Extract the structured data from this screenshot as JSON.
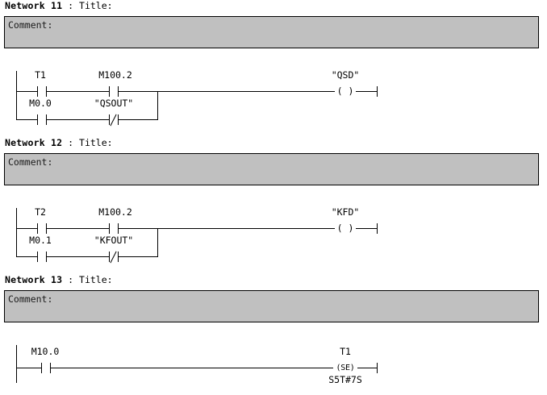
{
  "document": {
    "language": "LAD",
    "background_color": "#ffffff",
    "comment_bar_color": "#c0c0c0",
    "line_color": "#000000"
  },
  "networks": [
    {
      "name": "Network 11",
      "separator": " : ",
      "title": "Title:",
      "comment": "Comment:",
      "rungs": [
        {
          "branches": [
            {
              "elements": [
                {
                  "kind": "contact-no",
                  "operand": "T1"
                },
                {
                  "kind": "contact-no",
                  "operand": "M100.2"
                }
              ]
            },
            {
              "elements": [
                {
                  "kind": "contact-no",
                  "operand": "M0.0"
                },
                {
                  "kind": "contact-nc",
                  "operand": "\"QSOUT\""
                }
              ]
            }
          ],
          "output": {
            "kind": "coil",
            "glyph": "( )",
            "operand": "\"QSD\""
          }
        }
      ]
    },
    {
      "name": "Network 12",
      "separator": " : ",
      "title": "Title:",
      "comment": "Comment:",
      "rungs": [
        {
          "branches": [
            {
              "elements": [
                {
                  "kind": "contact-no",
                  "operand": "T2"
                },
                {
                  "kind": "contact-no",
                  "operand": "M100.2"
                }
              ]
            },
            {
              "elements": [
                {
                  "kind": "contact-no",
                  "operand": "M0.1"
                },
                {
                  "kind": "contact-nc",
                  "operand": "\"KFOUT\""
                }
              ]
            }
          ],
          "output": {
            "kind": "coil",
            "glyph": "( )",
            "operand": "\"KFD\""
          }
        }
      ]
    },
    {
      "name": "Network 13",
      "separator": " : ",
      "title": "Title:",
      "comment": "Comment:",
      "rungs": [
        {
          "branches": [
            {
              "elements": [
                {
                  "kind": "contact-no",
                  "operand": "M10.0"
                }
              ]
            }
          ],
          "output": {
            "kind": "timer-coil",
            "glyph": "(SE)",
            "operand": "T1",
            "preset": "S5T#7S"
          }
        }
      ]
    }
  ]
}
